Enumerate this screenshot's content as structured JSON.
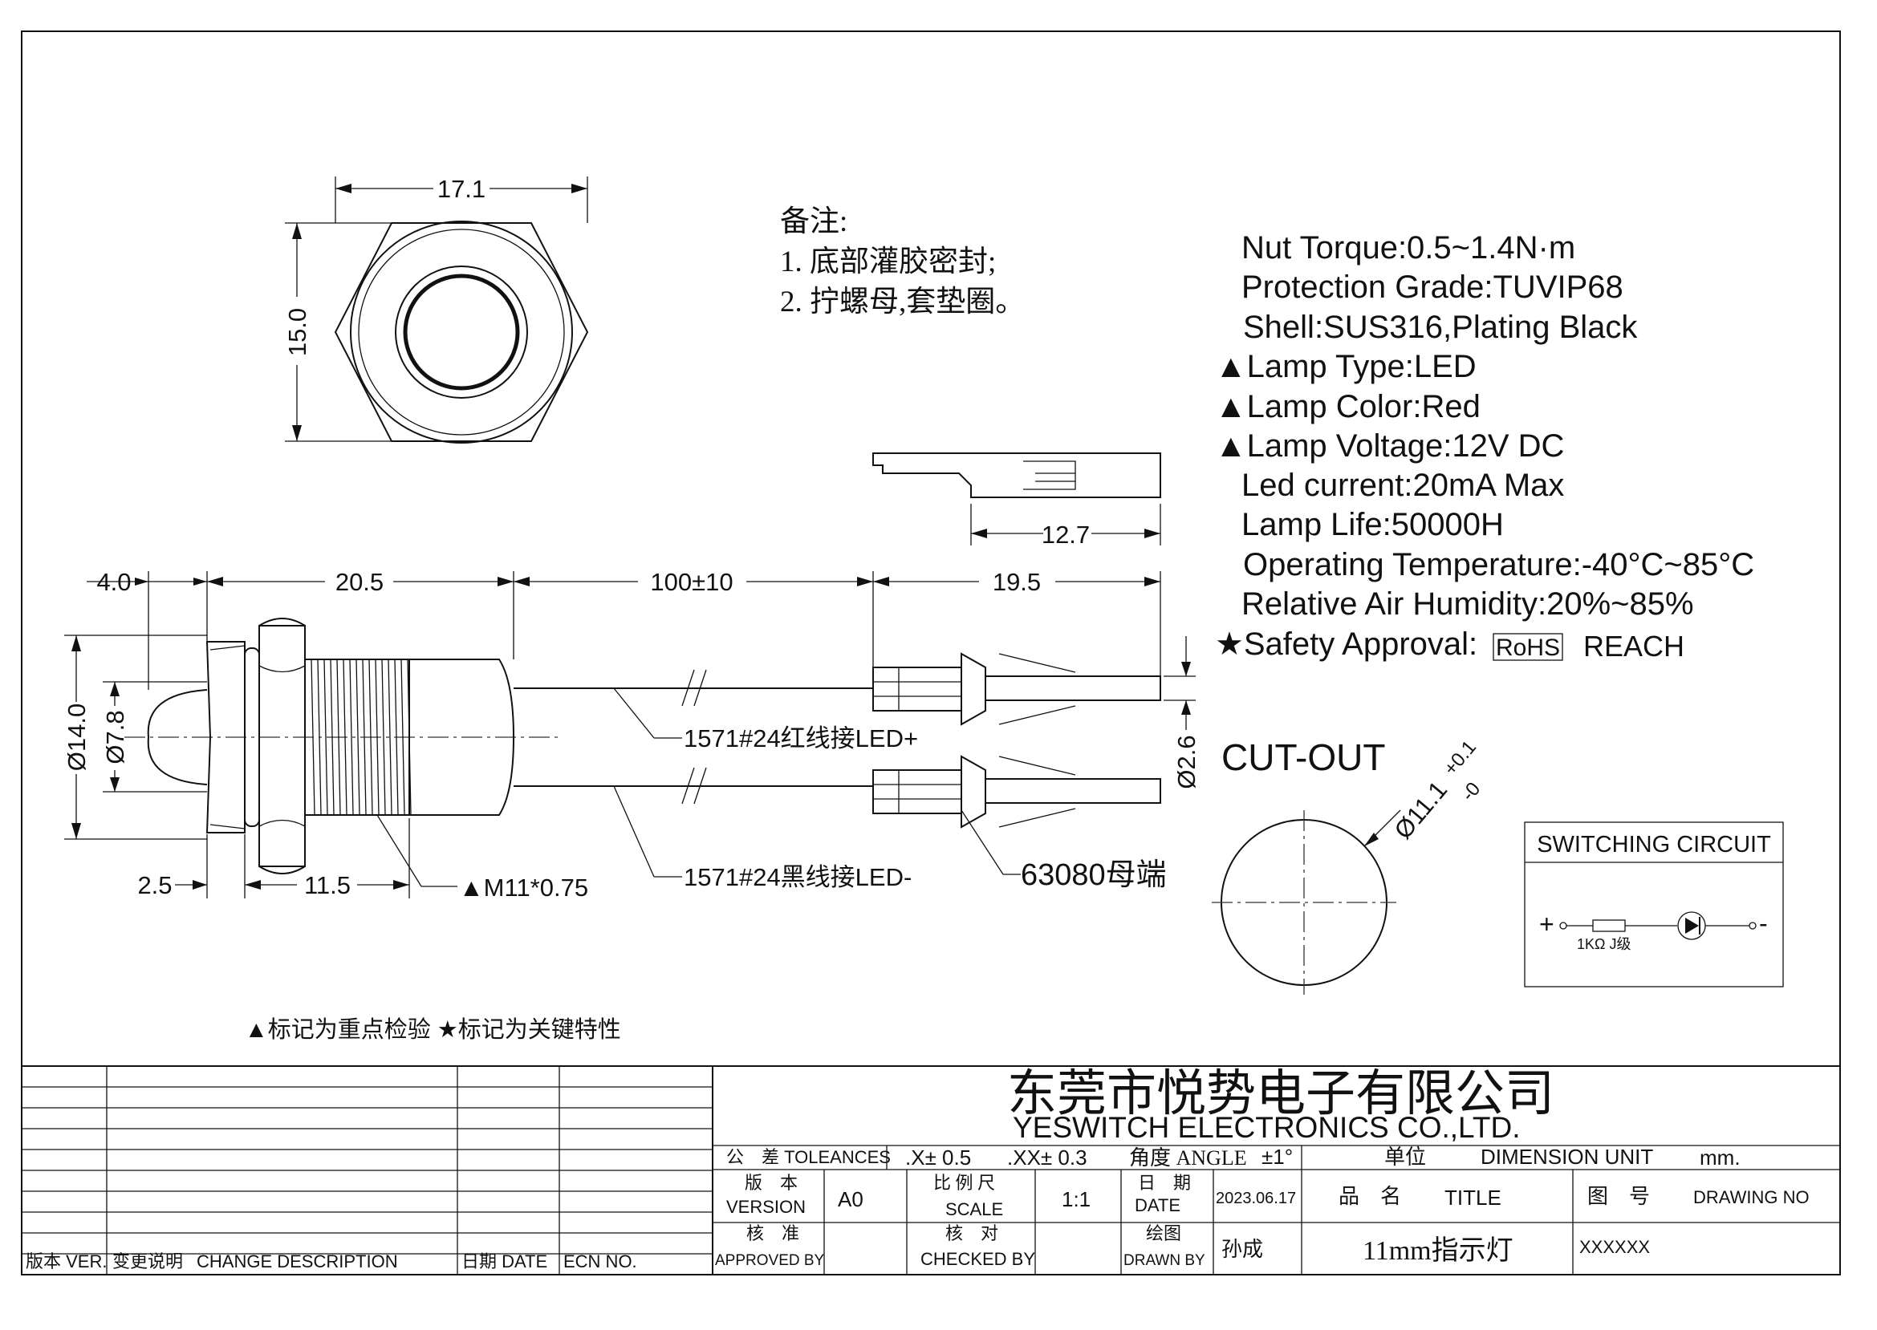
{
  "dimensions": {
    "hex_width": "17.1",
    "hex_height": "15.0",
    "flange": "4.0",
    "body_length": "20.5",
    "wire_length": "100±10",
    "terminal_length": "19.5",
    "terminal_tip": "12.7",
    "outer_diameter": "Ø14.0",
    "lens_diameter": "Ø7.8",
    "terminal_height": "Ø2.6",
    "bezel": "2.5",
    "thread_length": "11.5",
    "thread": "▲M11*0.75"
  },
  "notes": {
    "title": "备注:",
    "line1": "1. 底部灌胶密封;",
    "line2": "2. 拧螺母,套垫圈。"
  },
  "specs": [
    "Nut Torque:0.5~1.4N·m",
    "Protection Grade:TUVIP68",
    "Shell:SUS316,Plating Black",
    "▲Lamp Type:LED",
    "▲Lamp Color:Red",
    "▲Lamp Voltage:12V DC",
    "Led current:20mA Max",
    "Lamp Life:50000H",
    "Operating Temperature:-40°C~85°C",
    "Relative Air Humidity:20%~85%"
  ],
  "safety": {
    "label": "★Safety Approval:",
    "rohs": "RoHS",
    "reach": "REACH"
  },
  "wires": {
    "red": "1571#24红线接LED+",
    "black": "1571#24黑线接LED-",
    "terminal": "63080母端"
  },
  "cutout": {
    "title": "CUT-OUT",
    "diameter": "Ø11.1",
    "tol_plus": "+0.1",
    "tol_minus": "-0"
  },
  "circuit": {
    "title": "SWITCHING CIRCUIT",
    "plus": "+",
    "minus": "-",
    "resistor": "1KΩ J级"
  },
  "legend": "▲标记为重点检验 ★标记为关键特性",
  "title_block": {
    "company_cn": "东莞市悦势电子有限公司",
    "company_en": "YESWITCH ELECTRONICS CO.,LTD.",
    "tol_label": "公　差 TOLEANCES",
    "tol_x": ".X± 0.5",
    "tol_xx": ".XX± 0.3",
    "angle_label": "角度 ANGLE",
    "angle_val": "±1°",
    "unit_cn": "单位",
    "unit_en": "DIMENSION UNIT",
    "unit_val": "mm.",
    "version_cn": "版　本",
    "version_en": "VERSION",
    "version_val": "A0",
    "scale_cn": "比 例 尺",
    "scale_en": "SCALE",
    "scale_val": "1:1",
    "date_cn": "日　期",
    "date_en": "DATE",
    "date_val": "2023.06.17",
    "name_cn": "品　名",
    "name_en": "TITLE",
    "drawno_cn": "图　号",
    "drawno_en": "DRAWING NO",
    "approved_cn": "核　准",
    "approved_en": "APPROVED BY",
    "checked_cn": "核　对",
    "checked_en": "CHECKED BY",
    "drawn_cn": "绘图",
    "drawn_en": "DRAWN BY",
    "drawn_val": "孙成",
    "title_val": "11mm指示灯",
    "drawno_val": "XXXXXX",
    "rev_ver": "版本 VER.",
    "rev_change": "变更说明",
    "rev_change_en": "CHANGE DESCRIPTION",
    "rev_date": "日期 DATE",
    "rev_ecn": "ECN NO."
  }
}
